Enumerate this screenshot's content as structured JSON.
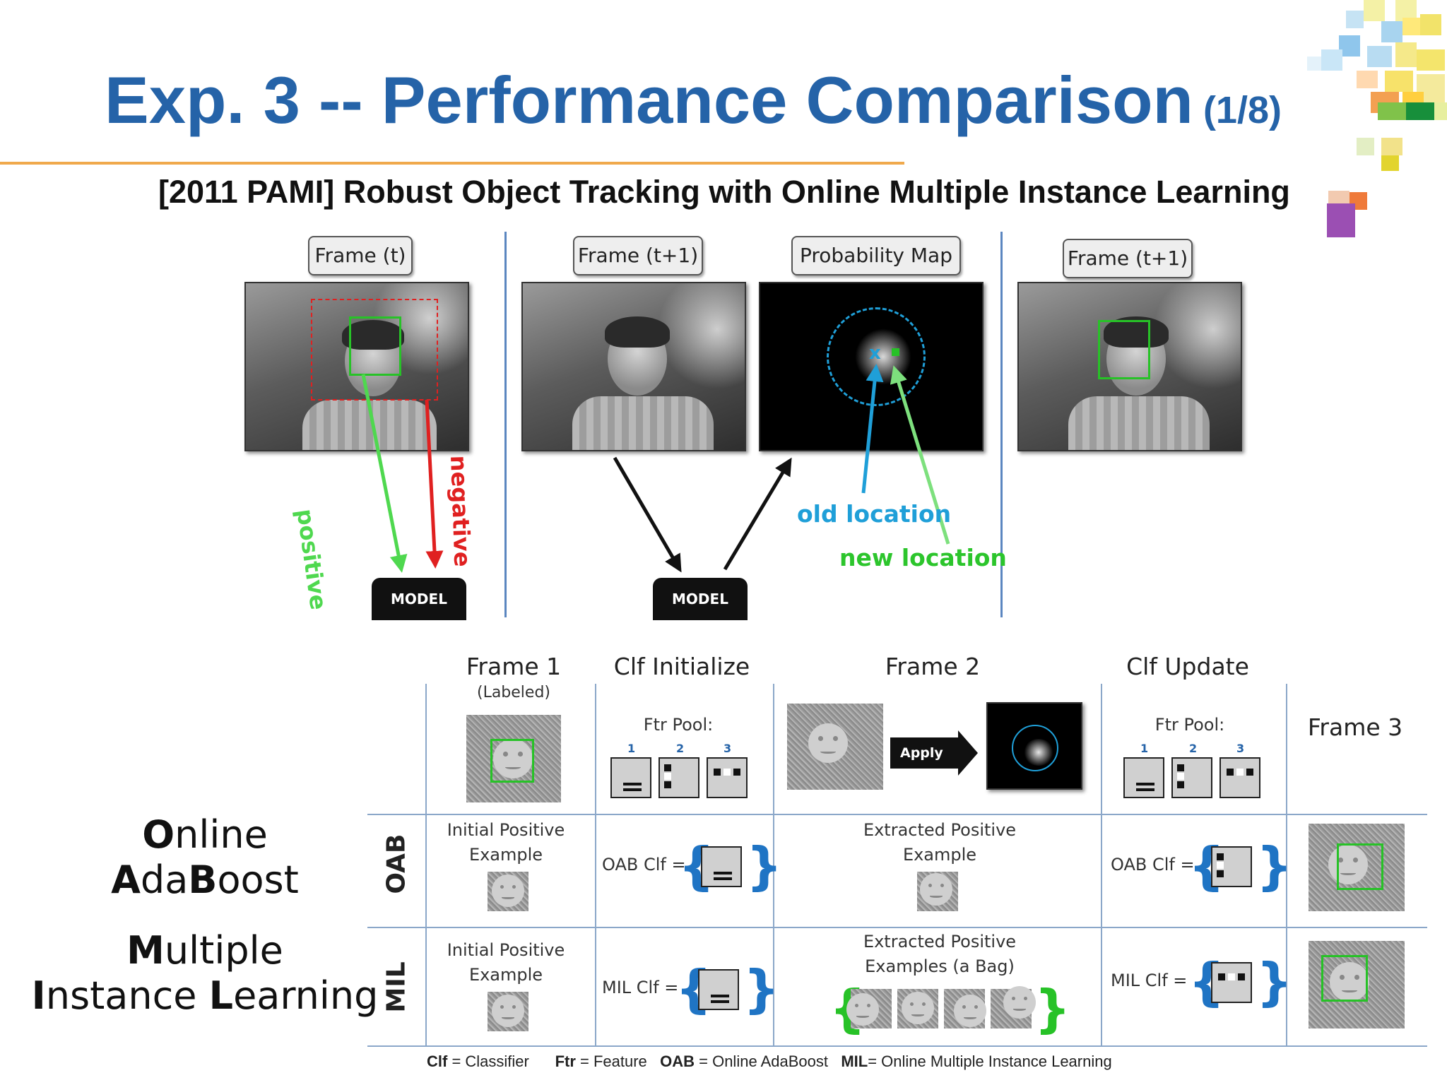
{
  "title": {
    "main": "Exp. 3 -- Performance Comparison",
    "page": "(1/8)"
  },
  "subtitle": "[2011 PAMI] Robust Object Tracking with Online Multiple Instance Learning",
  "colors": {
    "title": "#2563a8",
    "rule": "#f0a94c",
    "positive": "#4fd84f",
    "negative": "#e02020",
    "old_location": "#1f9fd8",
    "new_location": "#2cc52c",
    "grid": "#8ba7c9",
    "brace": "#1f74c4"
  },
  "top_figure": {
    "labels": {
      "frame_t": "Frame (t)",
      "frame_t1_a": "Frame (t+1)",
      "probability_map": "Probability Map",
      "frame_t1_b": "Frame (t+1)"
    },
    "arrows": {
      "positive": "positive",
      "negative": "negative"
    },
    "model_a": "MODEL",
    "model_b": "MODEL",
    "old_location": "old location",
    "new_location": "new location",
    "marker_x": "x"
  },
  "table": {
    "columns": [
      {
        "title": "Frame 1",
        "subtitle": "(Labeled)"
      },
      {
        "title": "Clf Initialize"
      },
      {
        "title": "Frame 2"
      },
      {
        "title": "Clf Update"
      },
      {
        "title": "Frame 3"
      }
    ],
    "ftr_pool_label": "Ftr Pool:",
    "feature_numbers": [
      "1",
      "2",
      "3"
    ],
    "apply_clf": "Apply Clf",
    "rows": {
      "oab": {
        "short": "OAB",
        "long_line1_bold": "O",
        "long_line1_rest": "nline",
        "long_line2_a_bold": "A",
        "long_line2_a_rest": "da",
        "long_line2_b_bold": "B",
        "long_line2_b_rest": "oost",
        "initial": "Initial Positive Example",
        "clf_init": "OAB Clf =",
        "extracted": "Extracted Positive Example",
        "clf_update": "OAB Clf ="
      },
      "mil": {
        "short": "MIL",
        "long_line1_bold": "M",
        "long_line1_rest": "ultiple",
        "long_line2_a_bold": "I",
        "long_line2_a_rest": "nstance ",
        "long_line2_b_bold": "L",
        "long_line2_b_rest": "earning",
        "initial": "Initial Positive Example",
        "clf_init": "MIL Clf =",
        "extracted": "Extracted Positive Examples (a Bag)",
        "clf_update": "MIL Clf ="
      }
    },
    "brace_open": "{",
    "brace_close": "}"
  },
  "footer": {
    "clf_key": "Clf",
    "clf_val": " = Classifier",
    "ftr_key": "Ftr",
    "ftr_val": " = Feature",
    "oab_key": "OAB",
    "oab_val": " = Online AdaBoost",
    "mil_key": "MIL",
    "mil_val": "= Online Multiple Instance Learning"
  }
}
